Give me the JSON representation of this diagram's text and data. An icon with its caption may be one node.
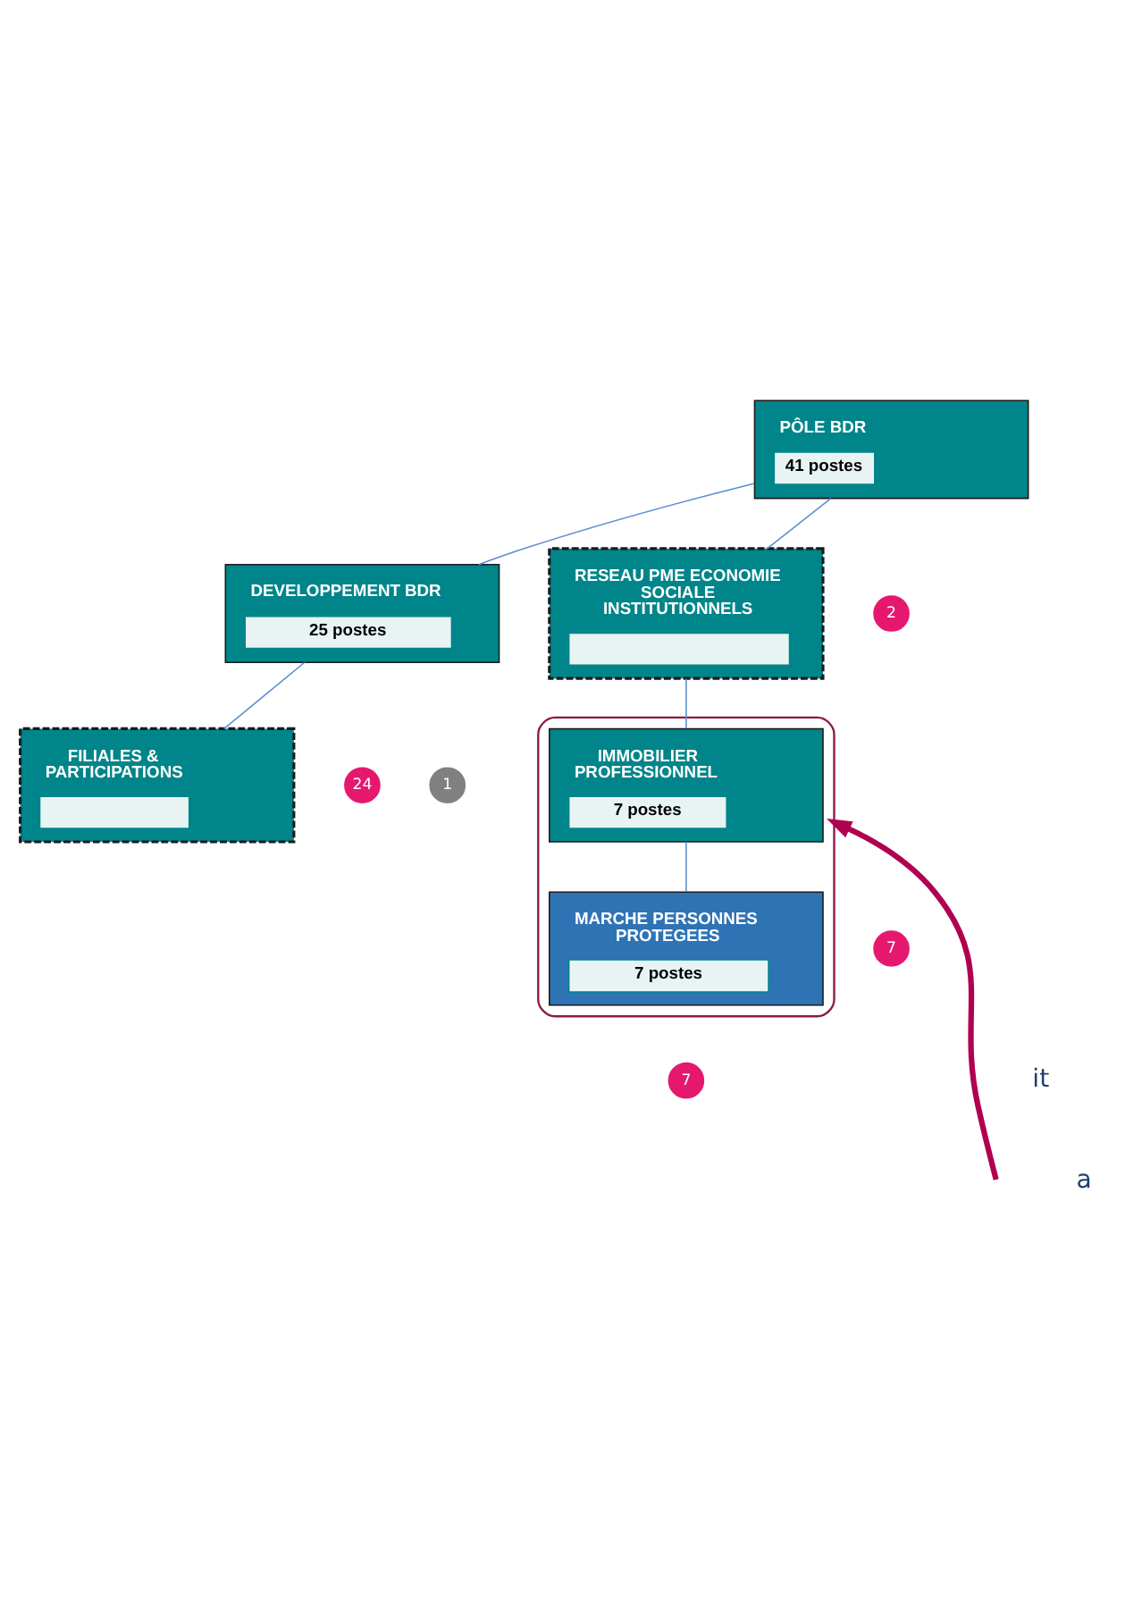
{
  "diagram": {
    "nodes": [
      {
        "text": [
          "PÔLE BDR",
          "41 postes"
        ]
      },
      {
        "text": [
          "DEVELOPPEMENT BDR",
          "25 postes"
        ]
      },
      {
        "text": [
          "RESEAU PME ECONOMIE SOCIALE INSTITUTIONNELS"
        ]
      },
      {
        "text": [
          "FILIALES & PARTICIPATIONS"
        ]
      },
      {
        "text": [],
        "shape": "ellipse"
      },
      {
        "text": [
          "IMMOBILIER PROFESSIONNEL",
          "7 postes"
        ],
        "in": 4
      },
      {
        "text": [
          "MARCHE PERSONNES PROTEGEES",
          "7 postes"
        ],
        "in": 4
      },
      {
        "text": [
          "2"
        ]
      },
      {
        "text": [
          "24"
        ]
      },
      {
        "text": [
          "1"
        ]
      },
      {
        "text": [
          "7"
        ]
      },
      {
        "text": [
          "7"
        ]
      }
    ],
    "edges": [
      {
        "from": 0,
        "to": 1,
        "arrow": "none"
      },
      {
        "from": 0,
        "to": 2,
        "arrow": "none"
      },
      {
        "from": 1,
        "to": 3,
        "arrow": "none"
      },
      {
        "from": 2,
        "to": 5,
        "arrow": "none"
      },
      {
        "from": 5,
        "to": 6,
        "arrow": "none"
      },
      {
        "from": null,
        "to": 4,
        "arrow": "to",
        "style": "thick",
        "color": "#b0004f"
      }
    ],
    "labels": [
      "it",
      "a"
    ]
  }
}
